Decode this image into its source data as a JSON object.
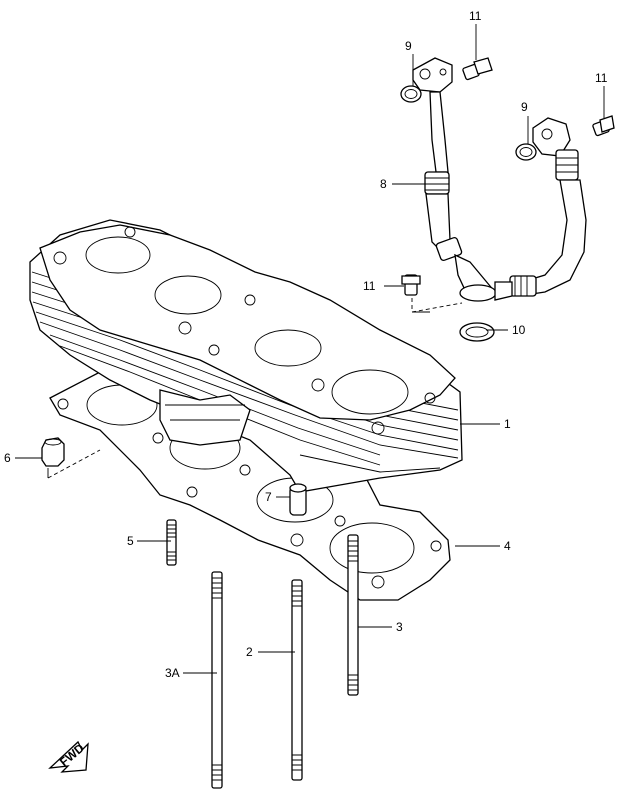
{
  "figure": {
    "fwd_label": "FWD"
  },
  "callouts": [
    {
      "id": "1",
      "label": "1"
    },
    {
      "id": "2",
      "label": "2"
    },
    {
      "id": "3",
      "label": "3"
    },
    {
      "id": "3A",
      "label": "3A"
    },
    {
      "id": "4",
      "label": "4"
    },
    {
      "id": "5",
      "label": "5"
    },
    {
      "id": "6",
      "label": "6"
    },
    {
      "id": "7",
      "label": "7"
    },
    {
      "id": "8",
      "label": "8"
    },
    {
      "id": "9a",
      "label": "9"
    },
    {
      "id": "9b",
      "label": "9"
    },
    {
      "id": "10",
      "label": "10"
    },
    {
      "id": "11a",
      "label": "11"
    },
    {
      "id": "11b",
      "label": "11"
    },
    {
      "id": "11c",
      "label": "11"
    }
  ]
}
